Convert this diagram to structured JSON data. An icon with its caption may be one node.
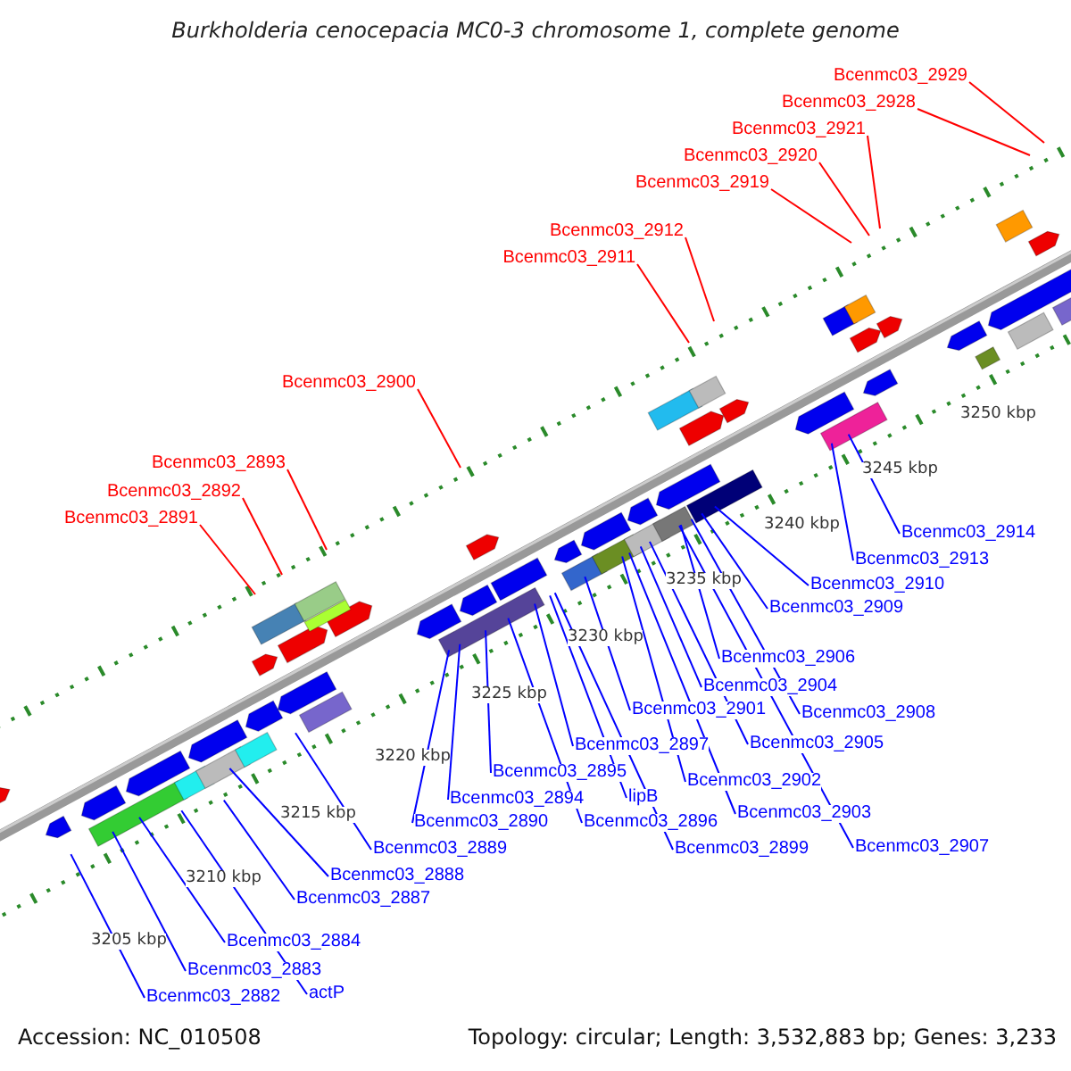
{
  "diagram": {
    "title": "Burkholderia cenocepacia MC0-3 chromosome 1, complete genome",
    "nodes": [
      {
        "text": [
          "Bcenmc03_2929"
        ]
      },
      {
        "text": [
          "Bcenmc03_2928"
        ]
      },
      {
        "text": [
          "Bcenmc03_2921"
        ]
      },
      {
        "text": [
          "Bcenmc03_2920"
        ]
      },
      {
        "text": [
          "Bcenmc03_2919"
        ]
      },
      {
        "text": [
          "Bcenmc03_2912"
        ]
      },
      {
        "text": [
          "Bcenmc03_2911"
        ]
      },
      {
        "text": [
          "Bcenmc03_2900"
        ]
      },
      {
        "text": [
          "Bcenmc03_2893"
        ]
      },
      {
        "text": [
          "Bcenmc03_2892"
        ]
      },
      {
        "text": [
          "Bcenmc03_2891"
        ]
      },
      {
        "text": [
          "Bcenmc03_2914"
        ]
      },
      {
        "text": [
          "Bcenmc03_2913"
        ]
      },
      {
        "text": [
          "Bcenmc03_2910"
        ]
      },
      {
        "text": [
          "Bcenmc03_2909"
        ]
      },
      {
        "text": [
          "Bcenmc03_2906"
        ]
      },
      {
        "text": [
          "Bcenmc03_2904"
        ]
      },
      {
        "text": [
          "Bcenmc03_2908"
        ]
      },
      {
        "text": [
          "Bcenmc03_2901"
        ]
      },
      {
        "text": [
          "Bcenmc03_2905"
        ]
      },
      {
        "text": [
          "Bcenmc03_2897"
        ]
      },
      {
        "text": [
          "Bcenmc03_2902"
        ]
      },
      {
        "text": [
          "Bcenmc03_2895"
        ]
      },
      {
        "text": [
          "Bcenmc03_2903"
        ]
      },
      {
        "text": [
          "Bcenmc03_2894"
        ]
      },
      {
        "text": [
          "lipB"
        ]
      },
      {
        "text": [
          "Bcenmc03_2896"
        ]
      },
      {
        "text": [
          "Bcenmc03_2890"
        ]
      },
      {
        "text": [
          "Bcenmc03_2899"
        ]
      },
      {
        "text": [
          "Bcenmc03_2907"
        ]
      },
      {
        "text": [
          "Bcenmc03_2889"
        ]
      },
      {
        "text": [
          "Bcenmc03_2888"
        ]
      },
      {
        "text": [
          "Bcenmc03_2887"
        ]
      },
      {
        "text": [
          "Bcenmc03_2884"
        ]
      },
      {
        "text": [
          "Bcenmc03_2883"
        ]
      },
      {
        "text": [
          "actP"
        ]
      },
      {
        "text": [
          "Bcenmc03_2882"
        ]
      }
    ],
    "edges": [
      {
        "from": 0,
        "to": null,
        "arrow": "none",
        "color": "#ff0000"
      },
      {
        "from": 1,
        "to": null,
        "arrow": "none",
        "color": "#ff0000"
      },
      {
        "from": 2,
        "to": null,
        "arrow": "none",
        "color": "#ff0000"
      },
      {
        "from": 3,
        "to": null,
        "arrow": "none",
        "color": "#ff0000"
      },
      {
        "from": 4,
        "to": null,
        "arrow": "none",
        "color": "#ff0000"
      },
      {
        "from": 5,
        "to": null,
        "arrow": "none",
        "color": "#ff0000"
      },
      {
        "from": 6,
        "to": null,
        "arrow": "none",
        "color": "#ff0000"
      },
      {
        "from": 7,
        "to": null,
        "arrow": "none",
        "color": "#ff0000"
      },
      {
        "from": 8,
        "to": null,
        "arrow": "none",
        "color": "#ff0000"
      },
      {
        "from": 9,
        "to": null,
        "arrow": "none",
        "color": "#ff0000"
      },
      {
        "from": 10,
        "to": null,
        "arrow": "none",
        "color": "#ff0000"
      },
      {
        "from": 11,
        "to": null,
        "arrow": "none"
      },
      {
        "from": 12,
        "to": null,
        "arrow": "none"
      },
      {
        "from": 13,
        "to": null,
        "arrow": "none"
      },
      {
        "from": 14,
        "to": null,
        "arrow": "none"
      },
      {
        "from": 15,
        "to": null,
        "arrow": "none"
      },
      {
        "from": 16,
        "to": null,
        "arrow": "none"
      },
      {
        "from": 17,
        "to": null,
        "arrow": "none"
      },
      {
        "from": 18,
        "to": null,
        "arrow": "none"
      },
      {
        "from": 19,
        "to": null,
        "arrow": "none"
      },
      {
        "from": 20,
        "to": null,
        "arrow": "none"
      },
      {
        "from": 21,
        "to": null,
        "arrow": "none"
      },
      {
        "from": 22,
        "to": null,
        "arrow": "none"
      },
      {
        "from": 23,
        "to": null,
        "arrow": "none"
      },
      {
        "from": 24,
        "to": null,
        "arrow": "none"
      },
      {
        "from": 25,
        "to": null,
        "arrow": "none"
      },
      {
        "from": 26,
        "to": null,
        "arrow": "none"
      },
      {
        "from": 27,
        "to": null,
        "arrow": "none"
      },
      {
        "from": 28,
        "to": null,
        "arrow": "none"
      },
      {
        "from": 29,
        "to": null,
        "arrow": "none"
      },
      {
        "from": 30,
        "to": null,
        "arrow": "none"
      },
      {
        "from": 31,
        "to": null,
        "arrow": "none"
      },
      {
        "from": 32,
        "to": null,
        "arrow": "none"
      },
      {
        "from": 33,
        "to": null,
        "arrow": "none"
      },
      {
        "from": 34,
        "to": null,
        "arrow": "none"
      },
      {
        "from": 35,
        "to": null,
        "arrow": "none"
      },
      {
        "from": 36,
        "to": null,
        "arrow": "none"
      }
    ],
    "labels": [
      "3250 kbp",
      "3245 kbp",
      "3240 kbp",
      "3235 kbp",
      "3230 kbp",
      "3225 kbp",
      "3220 kbp",
      "3215 kbp",
      "3210 kbp",
      "3205 kbp",
      "Accession: NC_010508",
      "Topology: circular; Length: 3,532,883 bp; Genes: 3,233"
    ]
  }
}
